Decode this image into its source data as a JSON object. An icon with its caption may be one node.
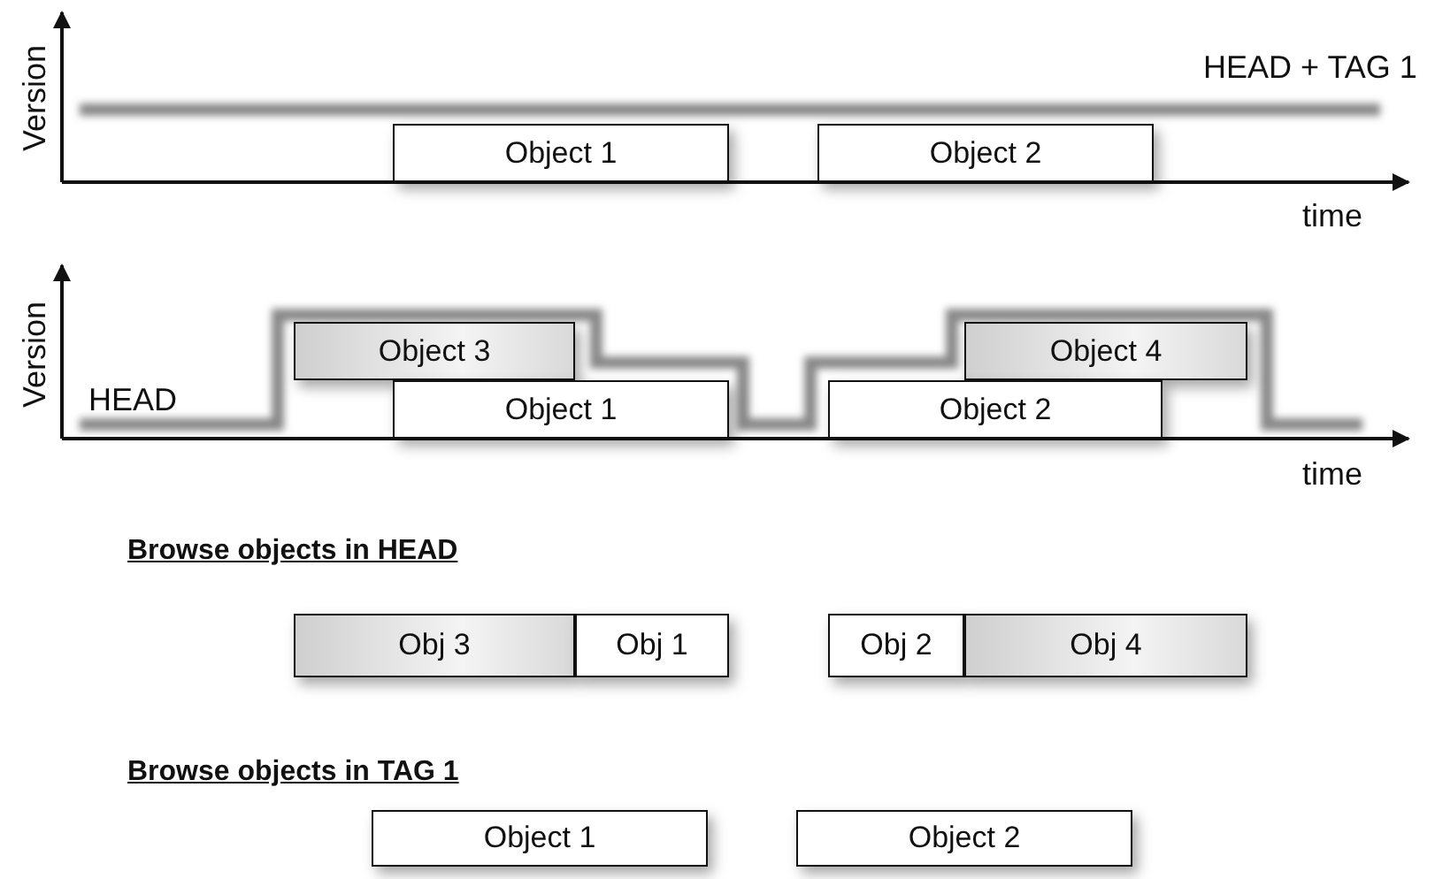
{
  "diagram": {
    "nodes": [
      {
        "text": [
          "Object 1"
        ]
      },
      {
        "text": [
          "Object 2"
        ]
      },
      {
        "text": [
          "Object 3"
        ]
      },
      {
        "text": [
          "Object 4"
        ]
      },
      {
        "text": [
          "Object 1"
        ]
      },
      {
        "text": [
          "Object 2"
        ]
      },
      {
        "text": [
          "Obj 3"
        ]
      },
      {
        "text": [
          "Obj 1"
        ]
      },
      {
        "text": [
          "Obj 2"
        ]
      },
      {
        "text": [
          "Obj 4"
        ]
      },
      {
        "text": [
          "Object 1"
        ]
      },
      {
        "text": [
          "Object 2"
        ]
      }
    ],
    "labels": [
      "Version",
      "HEAD + TAG 1",
      "time",
      "Version",
      "HEAD",
      "time",
      "Browse objects in HEAD",
      "Browse objects in TAG 1"
    ]
  }
}
